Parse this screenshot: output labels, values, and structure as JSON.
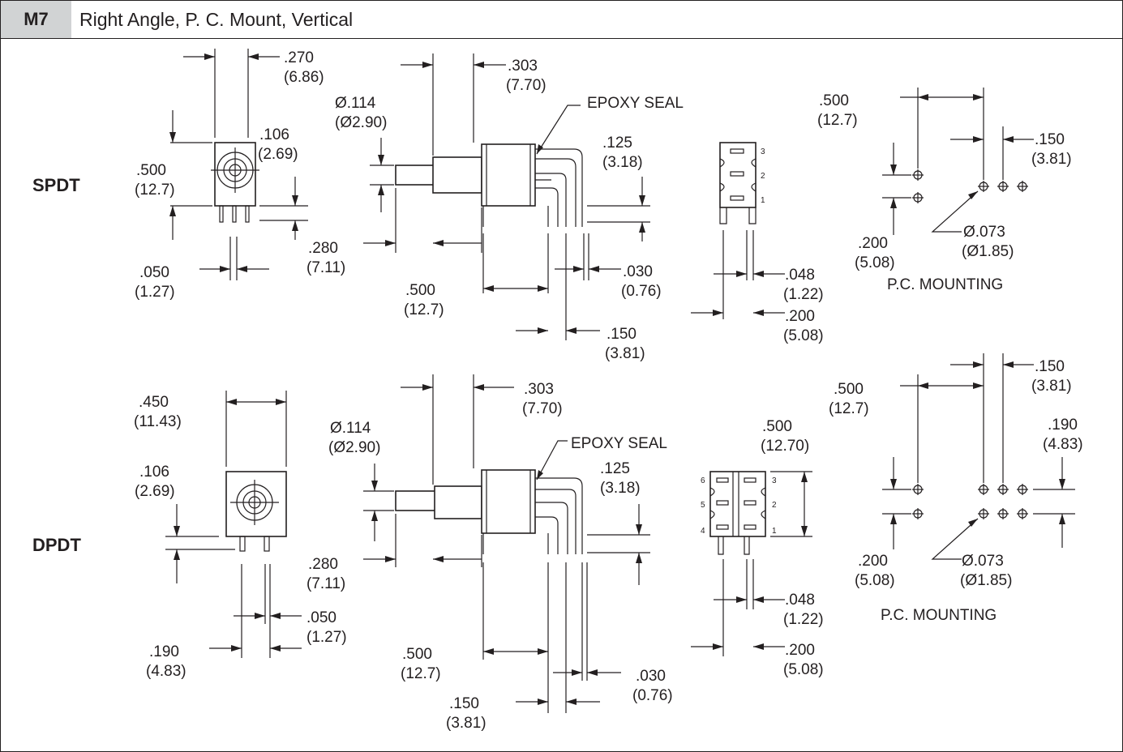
{
  "header": {
    "code": "M7",
    "title": "Right Angle, P. C. Mount, Vertical"
  },
  "spdt": {
    "label": "SPDT",
    "d_270": ".270",
    "d_270_mm": "(6.86)",
    "d_106": ".106",
    "d_106_mm": "(2.69)",
    "d_500": ".500",
    "d_500_mm": "(12.7)",
    "d_280": ".280",
    "d_280_mm": "(7.11)",
    "d_050": ".050",
    "d_050_mm": "(1.27)",
    "d_303": ".303",
    "d_303_mm": "(7.70)",
    "d_dia": "Ø.114",
    "d_dia_mm": "(Ø2.90)",
    "epoxy": "EPOXY SEAL",
    "d_125": ".125",
    "d_125_mm": "(3.18)",
    "d_030": ".030",
    "d_030_mm": "(0.76)",
    "d_500b": ".500",
    "d_500b_mm": "(12.7)",
    "d_150": ".150",
    "d_150_mm": "(3.81)",
    "pins": [
      "3",
      "2",
      "1"
    ],
    "d_048": ".048",
    "d_048_mm": "(1.22)",
    "d_200": ".200",
    "d_200_mm": "(5.08)",
    "pcm": {
      "d_500": ".500",
      "d_500_mm": "(12.7)",
      "d_150": ".150",
      "d_150_mm": "(3.81)",
      "d_200": ".200",
      "d_200_mm": "(5.08)",
      "d_hole": "Ø.073",
      "d_hole_mm": "(Ø1.85)",
      "label": "P.C. MOUNTING"
    }
  },
  "dpdt": {
    "label": "DPDT",
    "d_450": ".450",
    "d_450_mm": "(11.43)",
    "d_106": ".106",
    "d_106_mm": "(2.69)",
    "d_280": ".280",
    "d_280_mm": "(7.11)",
    "d_050": ".050",
    "d_050_mm": "(1.27)",
    "d_190": ".190",
    "d_190_mm": "(4.83)",
    "d_303": ".303",
    "d_303_mm": "(7.70)",
    "d_dia": "Ø.114",
    "d_dia_mm": "(Ø2.90)",
    "epoxy": "EPOXY SEAL",
    "d_125": ".125",
    "d_125_mm": "(3.18)",
    "d_500b": ".500",
    "d_500b_mm": "(12.7)",
    "d_150": ".150",
    "d_150_mm": "(3.81)",
    "d_030": ".030",
    "d_030_mm": "(0.76)",
    "d_500c": ".500",
    "d_500c_mm": "(12.70)",
    "pins_left": [
      "6",
      "5",
      "4"
    ],
    "pins_right": [
      "3",
      "2",
      "1"
    ],
    "d_048": ".048",
    "d_048_mm": "(1.22)",
    "d_200": ".200",
    "d_200_mm": "(5.08)",
    "pcm": {
      "d_150": ".150",
      "d_150_mm": "(3.81)",
      "d_500": ".500",
      "d_500_mm": "(12.7)",
      "d_190": ".190",
      "d_190_mm": "(4.83)",
      "d_200": ".200",
      "d_200_mm": "(5.08)",
      "d_hole": "Ø.073",
      "d_hole_mm": "(Ø1.85)",
      "label": "P.C. MOUNTING"
    }
  }
}
